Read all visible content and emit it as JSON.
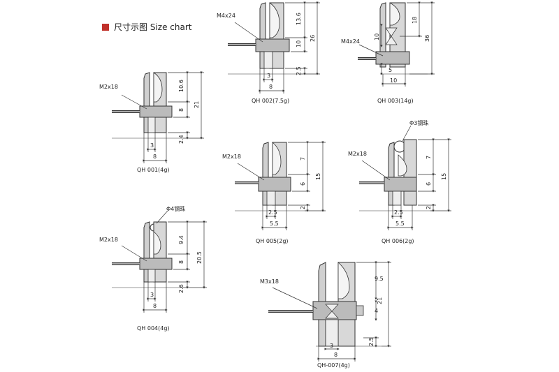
{
  "header": {
    "title": "尺寸示图  Size chart",
    "accent": "#c0302a"
  },
  "colors": {
    "body": "#c8c8c8",
    "stroke": "#333333",
    "shaft": "#999999"
  },
  "parts": [
    {
      "id": "qh001",
      "caption": "QH  001(4g)",
      "screw": "M2x18",
      "dims": {
        "d1": "10.6",
        "d2": "8",
        "total": "21",
        "bottom": "2.4",
        "groove": "3",
        "width": "8"
      }
    },
    {
      "id": "qh002",
      "caption": "QH  002(7.5g)",
      "screw": "M4x24",
      "dims": {
        "d1": "13.6",
        "d2": "10",
        "total": "26",
        "bottom": "2.5",
        "groove": "3",
        "width": "8"
      }
    },
    {
      "id": "qh003",
      "caption": "QH  003(14g)",
      "screw": "M4x24",
      "dims": {
        "d1": "18",
        "d2": "10",
        "total": "36",
        "bottom": "5",
        "groove": "",
        "width": "10"
      }
    },
    {
      "id": "qh004",
      "caption": "QH  004(4g)",
      "screw": "M2x18",
      "ball": "Φ4钢珠",
      "dims": {
        "d1": "9.4",
        "d2": "8",
        "total": "20.5",
        "bottom": "2.6",
        "groove": "3",
        "width": "8"
      }
    },
    {
      "id": "qh005",
      "caption": "QH  005(2g)",
      "screw": "M2x18",
      "dims": {
        "d1": "7",
        "d2": "6",
        "total": "15",
        "bottom": "2",
        "groove": "2.5",
        "width": "5.5"
      }
    },
    {
      "id": "qh006",
      "caption": "QH  006(2g)",
      "screw": "M2x18",
      "ball": "Φ3钢珠",
      "dims": {
        "d1": "7",
        "d2": "6",
        "total": "15",
        "bottom": "2",
        "groove": "2.5",
        "width": "5.5"
      }
    },
    {
      "id": "qh007",
      "caption": "QH-007(4g)",
      "screw": "M3x18",
      "dims": {
        "d1": "9.5",
        "d2": "4",
        "total": "21",
        "bottom": "2.5",
        "groove": "3",
        "width": "8"
      }
    }
  ]
}
